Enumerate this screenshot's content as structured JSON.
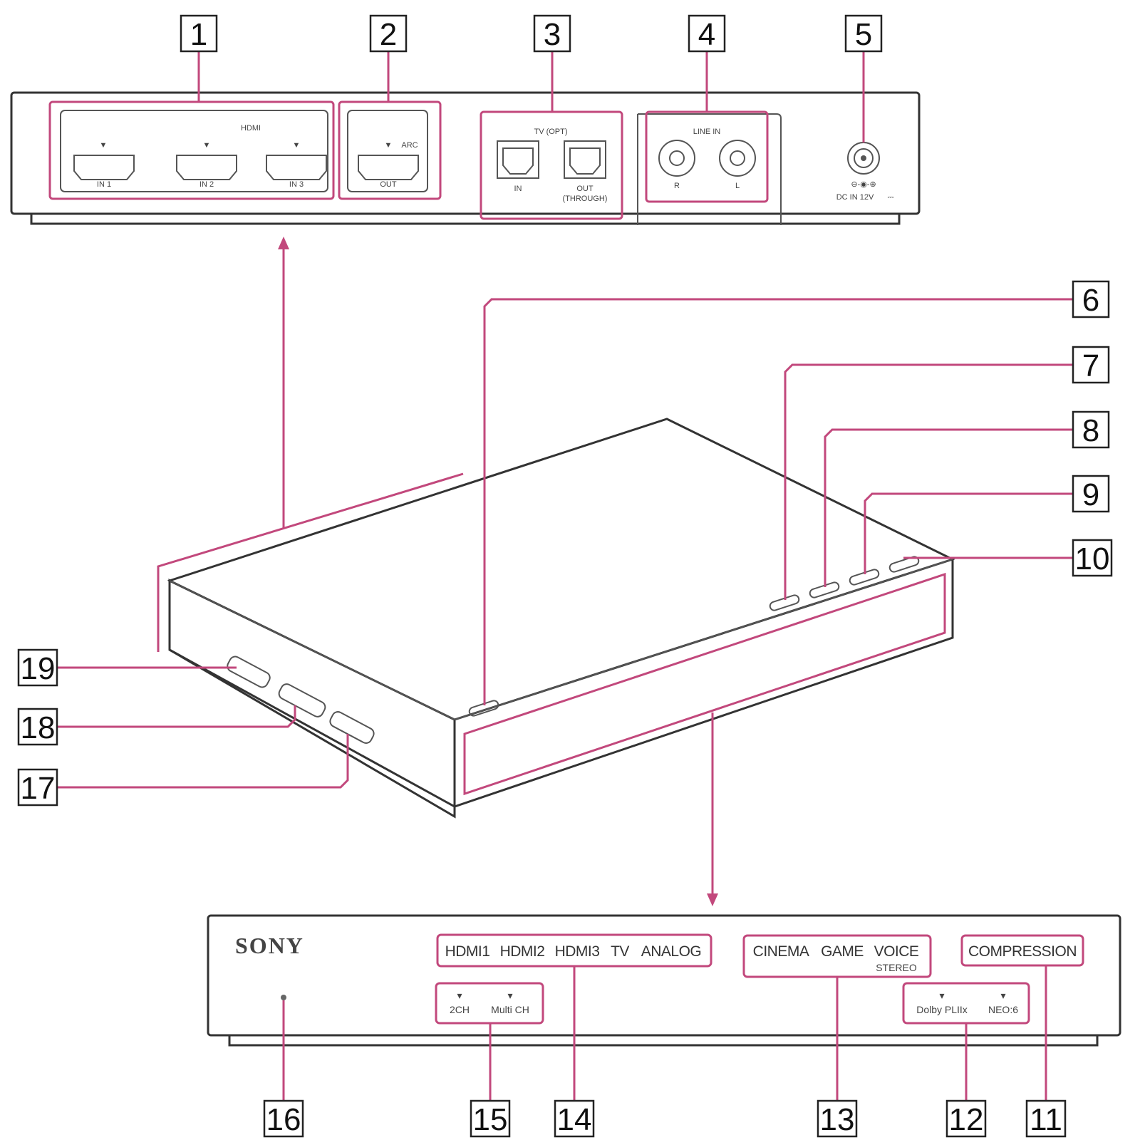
{
  "callouts": [
    "1",
    "2",
    "3",
    "4",
    "5",
    "6",
    "7",
    "8",
    "9",
    "10",
    "11",
    "12",
    "13",
    "14",
    "15",
    "16",
    "17",
    "18",
    "19"
  ],
  "rear_panel": {
    "hdmi_group_label": "HDMI",
    "hdmi_in_labels": [
      "IN 1",
      "IN 2",
      "IN 3"
    ],
    "hdmi_out_label": "OUT",
    "arc_label": "ARC",
    "tv_opt_label": "TV (OPT)",
    "opt_in_label": "IN",
    "opt_out_label": "OUT",
    "opt_through_label": "(THROUGH)",
    "line_in_label": "LINE IN",
    "line_r_label": "R",
    "line_l_label": "L",
    "dc_in_label": "DC IN 12V"
  },
  "front_panel": {
    "brand": "SONY",
    "input_indicators": [
      "HDMI1",
      "HDMI2",
      "HDMI3",
      "TV",
      "ANALOG"
    ],
    "sound_field_indicators": [
      "CINEMA",
      "GAME",
      "VOICE"
    ],
    "stereo_label": "STEREO",
    "compression_label": "COMPRESSION",
    "decoder_indicators": [
      "Dolby PLIIx",
      "NEO:6"
    ],
    "channel_indicators": [
      "2CH",
      "Multi CH"
    ]
  },
  "colors": {
    "highlight": "#c2487c",
    "outline": "#333333"
  }
}
